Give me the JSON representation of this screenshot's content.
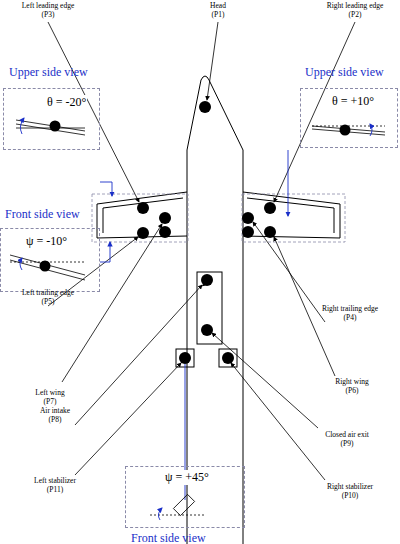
{
  "diagram": {
    "nodes": [
      {
        "text": [
          "Upper side view",
          "θ = -20°"
        ]
      },
      {
        "text": [
          "Upper side view",
          "θ = +10°"
        ]
      },
      {
        "text": [
          "Front side view",
          "ψ = -10°"
        ]
      },
      {
        "text": [
          "Front side view",
          "ψ = +45°"
        ]
      }
    ],
    "labels": [
      "Left leading edge",
      "(P3)",
      "Head",
      "(P1)",
      "Right leading edge",
      "(P2)",
      "Left trailing edge",
      "(P5)",
      "Right trailing edge",
      "(P4)",
      "Right wing",
      "(P6)",
      "Left wing",
      "(P7)",
      "Air intake",
      "(P8)",
      "Closed air exit",
      "(P9)",
      "Left stabilizer",
      "(P11)",
      "Right stabilizer",
      "(P10)"
    ]
  }
}
